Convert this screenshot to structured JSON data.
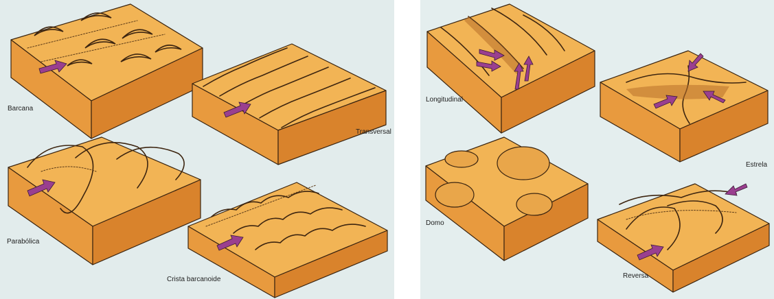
{
  "colors": {
    "sand_top": "#f2b455",
    "sand_front": "#e89a3e",
    "sand_side": "#d9832c",
    "wind_arrow": "#9a3f8f",
    "background": "#e2ecec"
  },
  "icons": [
    "wind-direction-arrow"
  ],
  "labels": {
    "barcana": "Barcana",
    "transversal": "Transversal",
    "parabolica": "Parabólica",
    "crista_barcanoide": "Crista barcanoide",
    "longitudinal": "Longitudinal",
    "estrela": "Estrela",
    "domo": "Domo",
    "reversa": "Reversa"
  }
}
